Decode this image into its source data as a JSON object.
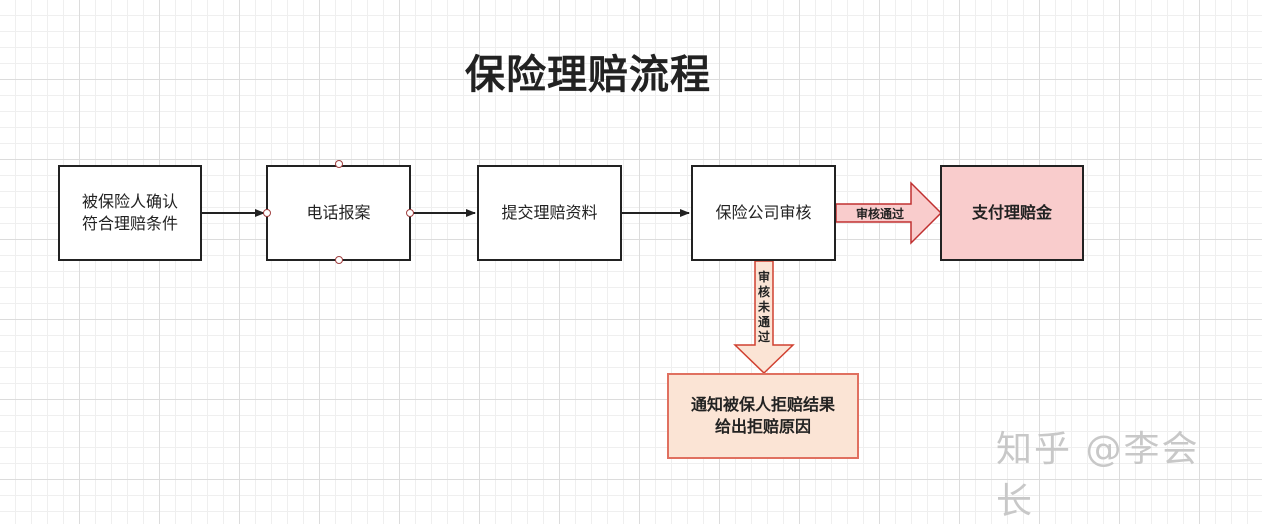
{
  "title": "保险理赔流程",
  "nodes": {
    "confirm": "被保险人确认\n符合理赔条件",
    "report": "电话报案",
    "submit": "提交理赔资料",
    "review": "保险公司审核",
    "pay": "支付理赔金",
    "reject": "通知被保人拒赔结果\n给出拒赔原因"
  },
  "edges": {
    "approved": "审核通过",
    "rejected": [
      "审",
      "核",
      "未",
      "通",
      "过"
    ]
  },
  "colors": {
    "border": "#222222",
    "pay_fill": "#f9cccc",
    "reject_fill": "#fbe4d5",
    "reject_border": "#e07060",
    "arrow_fill": "#f9cccc",
    "arrow_stroke": "#c03030"
  },
  "watermark": "知乎 @李会长"
}
